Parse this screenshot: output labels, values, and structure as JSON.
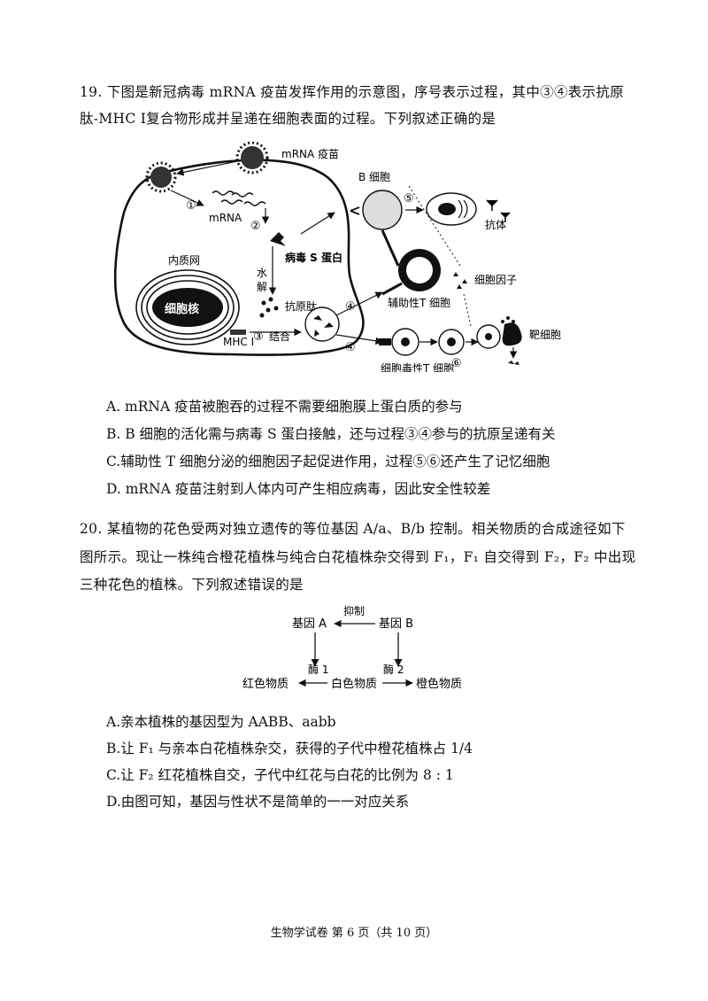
{
  "q19": {
    "line1": "19. 下图是新冠病毒 mRNA 疫苗发挥作用的示意图，序号表示过程，其中③④表示抗原",
    "line2": "肽-MHC Ⅰ复合物形成并呈递在细胞表面的过程。下列叙述正确的是",
    "figure": {
      "mrna_vaccine": "mRNA 疫苗",
      "step1": "①",
      "mrna": "mRNA",
      "step2": "②",
      "spike": "病毒 S 蛋白",
      "er": "内质网",
      "nucleus": "细胞核",
      "hydro1": "水",
      "hydro2": "解",
      "peptide": "抗原肽",
      "mhc": "MHC Ⅰ",
      "step3": "③",
      "combine": "结合",
      "step4a": "④",
      "step4b": "④",
      "bcell": "B 细胞",
      "step5": "⑤",
      "antibody": "抗体",
      "cytokine": "细胞因子",
      "helper": "辅助性T 细胞",
      "step6": "⑥",
      "target": "靶细胞",
      "ctl": "细胞毒性T 细胞"
    },
    "options": [
      "A. mRNA 疫苗被胞吞的过程不需要细胞膜上蛋白质的参与",
      "B. B 细胞的活化需与病毒 S 蛋白接触，还与过程③④参与的抗原呈递有关",
      "C.辅助性 T 细胞分泌的细胞因子起促进作用，过程⑤⑥还产生了记忆细胞",
      "D. mRNA 疫苗注射到人体内可产生相应病毒，因此安全性较差"
    ]
  },
  "q20": {
    "line1": "20. 某植物的花色受两对独立遗传的等位基因 A/a、B/b 控制。相关物质的合成途径如下",
    "line2": "图所示。现让一株纯合橙花植株与纯合白花植株杂交得到 F₁，F₁ 自交得到 F₂，F₂ 中出现",
    "line3": "三种花色的植株。下列叙述错误的是",
    "figure": {
      "gene_a": "基因 A",
      "gene_b": "基因 B",
      "inhibit": "抑制",
      "enzyme1": "酶 1",
      "enzyme2": "酶 2",
      "red": "红色物质",
      "white": "白色物质",
      "orange": "橙色物质"
    },
    "options": [
      "A.亲本植株的基因型为 AABB、aabb",
      "B.让 F₁ 与亲本白花植株杂交，获得的子代中橙花植株占 1/4",
      "C.让 F₂ 红花植株自交，子代中红花与白花的比例为 8 : 1",
      "D.由图可知，基因与性状不是简单的一一对应关系"
    ]
  },
  "footer": "生物学试卷 第 6 页（共 10 页）"
}
